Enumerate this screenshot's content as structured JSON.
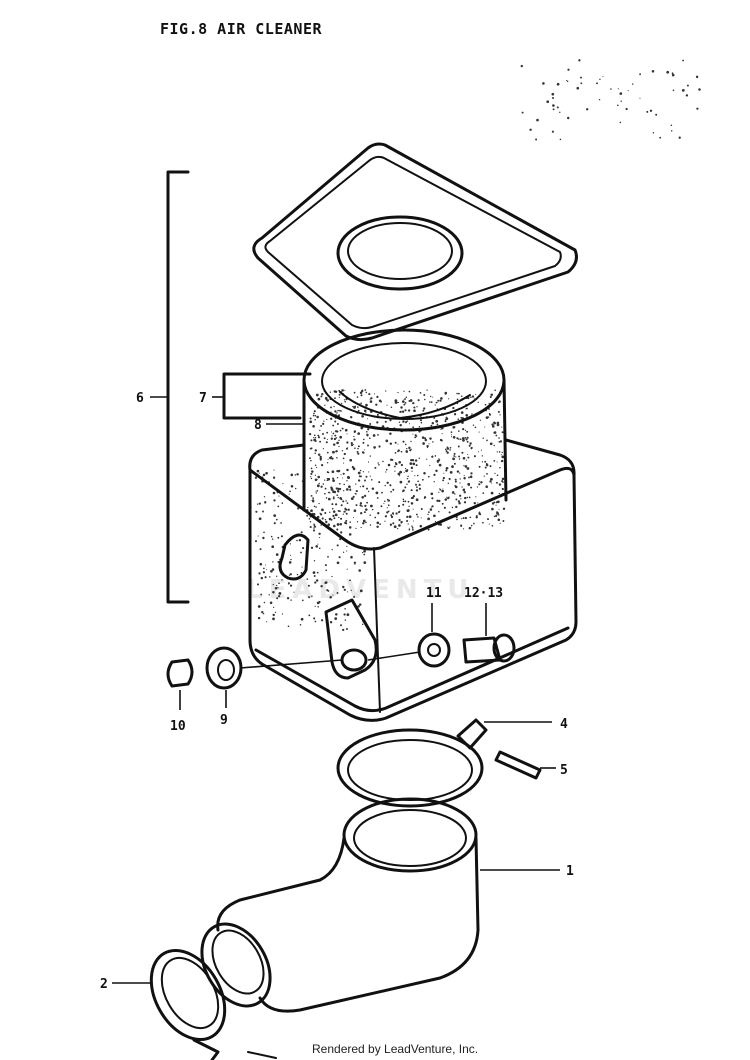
{
  "title": "FIG.8  AIR CLEANER",
  "footer": "Rendered by LeadVenture, Inc.",
  "watermark": "LEADVENTU",
  "callouts": {
    "c1": "1",
    "c2": "2",
    "c4": "4",
    "c5": "5",
    "c6": "6",
    "c7": "7",
    "c8": "8",
    "c9": "9",
    "c10": "10",
    "c11": "11",
    "c12_13": "12·13"
  },
  "colors": {
    "ink": "#111111",
    "watermark": "#e9e9e9"
  }
}
